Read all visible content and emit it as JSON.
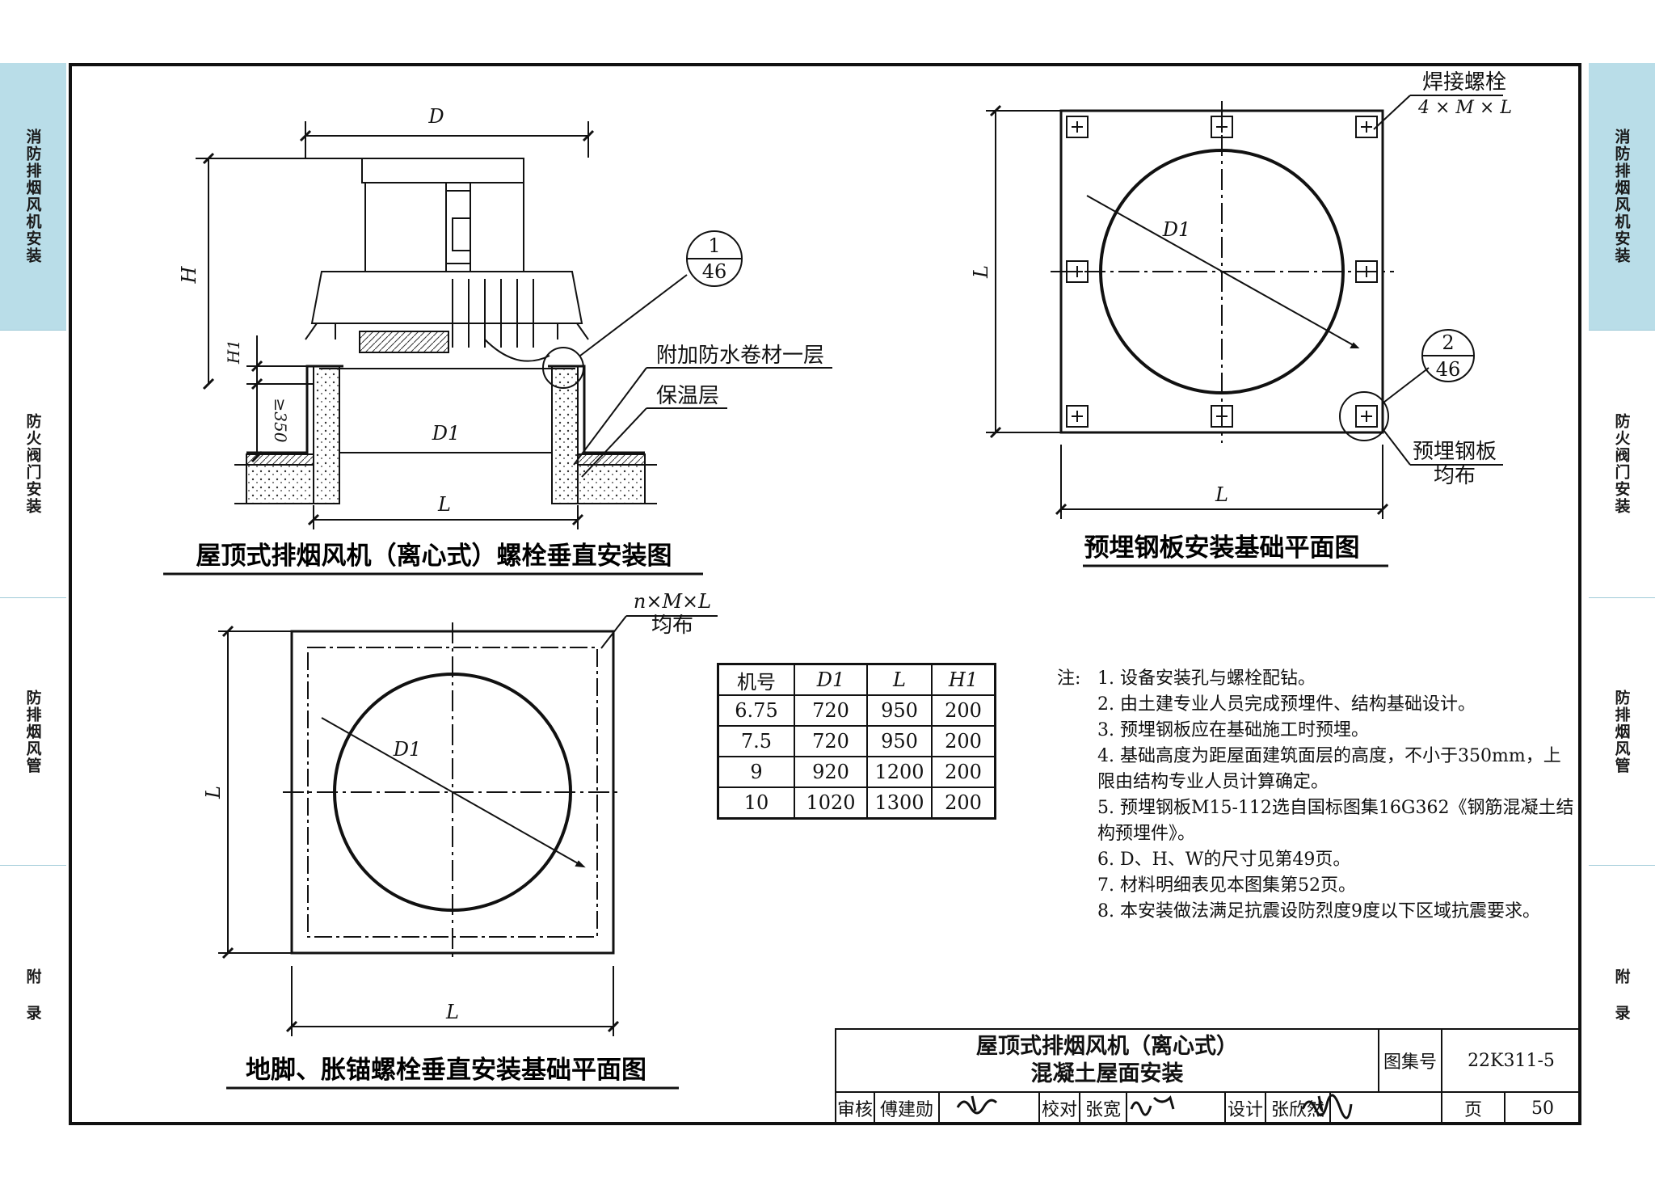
{
  "side_nav_left": [
    {
      "label": "消防排烟风机安装",
      "active": true
    },
    {
      "label": "防火阀门安装",
      "active": false
    },
    {
      "label": "防排烟风管",
      "active": false
    },
    {
      "label": "附 录",
      "active": false
    }
  ],
  "side_nav_right": [
    {
      "label": "消防排烟风机安装",
      "active": true
    },
    {
      "label": "防火阀门安装",
      "active": false
    },
    {
      "label": "防排烟风管",
      "active": false
    },
    {
      "label": "附 录",
      "active": false
    }
  ],
  "colors": {
    "accent": "#b9dde8",
    "line": "#111111"
  },
  "drawing1": {
    "title": "屋顶式排烟风机（离心式）螺栓垂直安装图",
    "dim_D": "D",
    "dim_H": "H",
    "dim_H1": "H1",
    "dim_350": "≥350",
    "dim_D1": "D1",
    "dim_L": "L",
    "callout_num": "1",
    "callout_page": "46",
    "label_waterproof": "附加防水卷材一层",
    "label_insulation": "保温层"
  },
  "drawing2": {
    "title": "预埋钢板安装基础平面图",
    "label_bolt": "焊接螺栓",
    "label_bolt_spec": "4 × M × L",
    "dim_L_side": "L",
    "dim_L_bottom": "L",
    "dim_D1": "D1",
    "callout_num": "2",
    "callout_page": "46",
    "label_plate": "预埋钢板",
    "label_plate2": "均布"
  },
  "drawing3": {
    "title": "地脚、胀锚螺栓垂直安装基础平面图",
    "label_spec": "n×M×L",
    "label_spec2": "均布",
    "dim_L_side": "L",
    "dim_L_bottom": "L",
    "dim_D1": "D1"
  },
  "table": {
    "headers": [
      "机号",
      "D1",
      "L",
      "H1"
    ],
    "rows": [
      [
        "6.75",
        "720",
        "950",
        "200"
      ],
      [
        "7.5",
        "720",
        "950",
        "200"
      ],
      [
        "9",
        "920",
        "1200",
        "200"
      ],
      [
        "10",
        "1020",
        "1300",
        "200"
      ]
    ]
  },
  "notes": {
    "prefix": "注:",
    "items": [
      "1. 设备安装孔与螺栓配钻。",
      "2. 由土建专业人员完成预埋件、结构基础设计。",
      "3. 预埋钢板应在基础施工时预埋。",
      "4. 基础高度为距屋面建筑面层的高度，不小于350mm，上限由结构专业人员计算确定。",
      "5. 预埋钢板M15-112选自国标图集16G362《钢筋混凝土结构预埋件》。",
      "6. D、H、W的尺寸见第49页。",
      "7. 材料明细表见本图集第52页。",
      "8. 本安装做法满足抗震设防烈度9度以下区域抗震要求。"
    ]
  },
  "title_block": {
    "title_line1": "屋顶式排烟风机（离心式）",
    "title_line2": "混凝土屋面安装",
    "atlas_label": "图集号",
    "atlas_no": "22K311-5",
    "review_label": "审核",
    "review_name": "傅建勋",
    "check_label": "校对",
    "check_name": "张宽",
    "design_label": "设计",
    "design_name": "张欣然",
    "page_label": "页",
    "page_no": "50"
  }
}
